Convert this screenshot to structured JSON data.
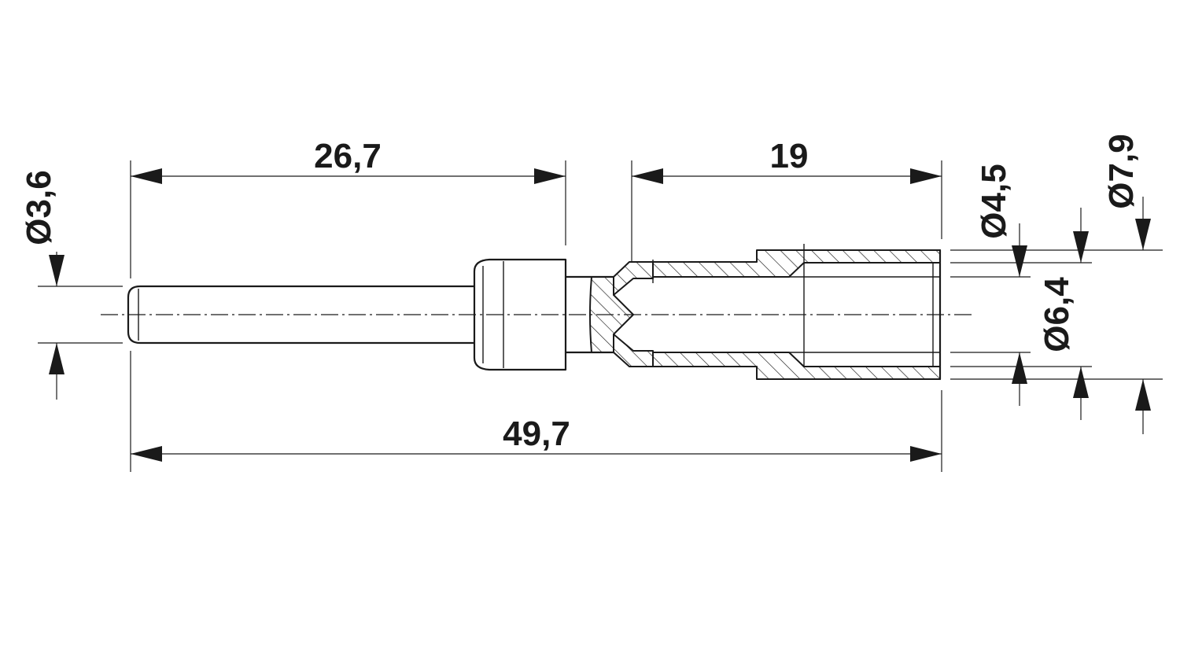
{
  "drawing": {
    "dimensions": {
      "pin_length": "26,7",
      "crimp_length": "19",
      "total_length": "49,7",
      "pin_diameter": "Ø3,6",
      "bore_diameter": "Ø4,5",
      "sleeve_inner_diameter": "Ø6,4",
      "sleeve_outer_diameter": "Ø7,9"
    },
    "line_color": "#1a1a1a",
    "background": "#ffffff"
  }
}
